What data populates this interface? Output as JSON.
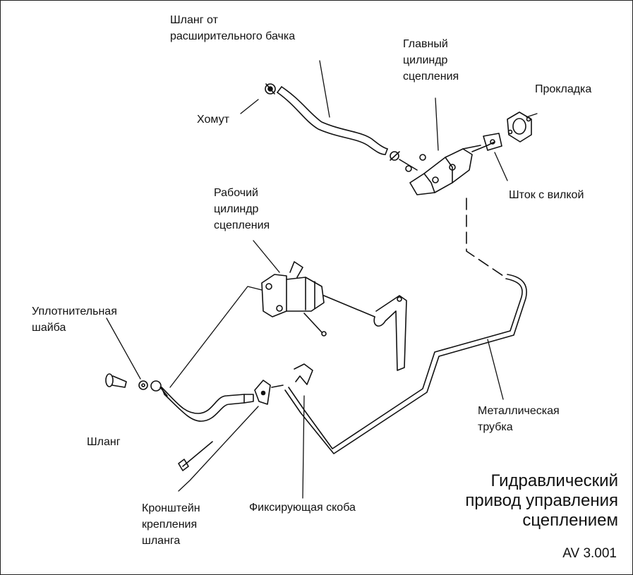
{
  "diagram": {
    "labels": {
      "hose_from_tank": "Шланг от\nрасширительного бачка",
      "master_cylinder": "Главный\nцилиндр\nсцепления",
      "gasket": "Прокладка",
      "clamp": "Хомут",
      "rod_with_fork": "Шток с вилкой",
      "slave_cylinder": "Рабочий\nцилиндр\nсцепления",
      "sealing_washer": "Уплотнительная\nшайба",
      "hose": "Шланг",
      "metal_tube": "Металлическая\nтрубка",
      "hose_bracket": "Кронштейн\nкрепления\nшланга",
      "retaining_clip": "Фиксирующая скоба"
    },
    "title": "Гидравлический\nпривод управления\nсцеплением",
    "code": "AV 3.001"
  }
}
